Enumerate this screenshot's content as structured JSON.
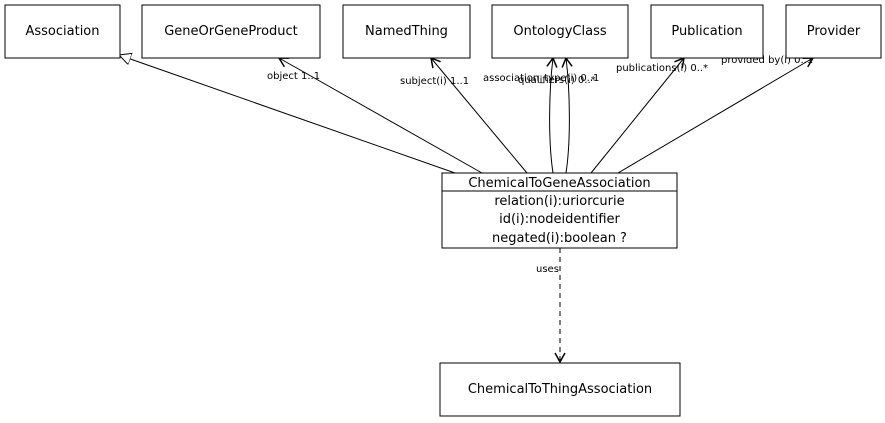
{
  "classes": {
    "association": "Association",
    "gene_or_gene_product": "GeneOrGeneProduct",
    "named_thing": "NamedThing",
    "ontology_class": "OntologyClass",
    "publication": "Publication",
    "provider": "Provider",
    "chemical_to_thing_association": "ChemicalToThingAssociation"
  },
  "main_class": {
    "name": "ChemicalToGeneAssociation",
    "attributes": [
      "relation(i):uriorcurie",
      "id(i):nodeidentifier",
      "negated(i):boolean ?"
    ]
  },
  "edge_labels": {
    "object": "object 1..1",
    "subject": "subject(i) 1..1",
    "association_type": "association_type(i) 0..1",
    "qualifiers": "qualifiers(i) 0..*",
    "publications": "publications(i) 0..*",
    "provided_by": "provided by(i) 0..1",
    "uses": "uses"
  },
  "colors": {
    "stroke": "#000000",
    "background": "#ffffff"
  }
}
